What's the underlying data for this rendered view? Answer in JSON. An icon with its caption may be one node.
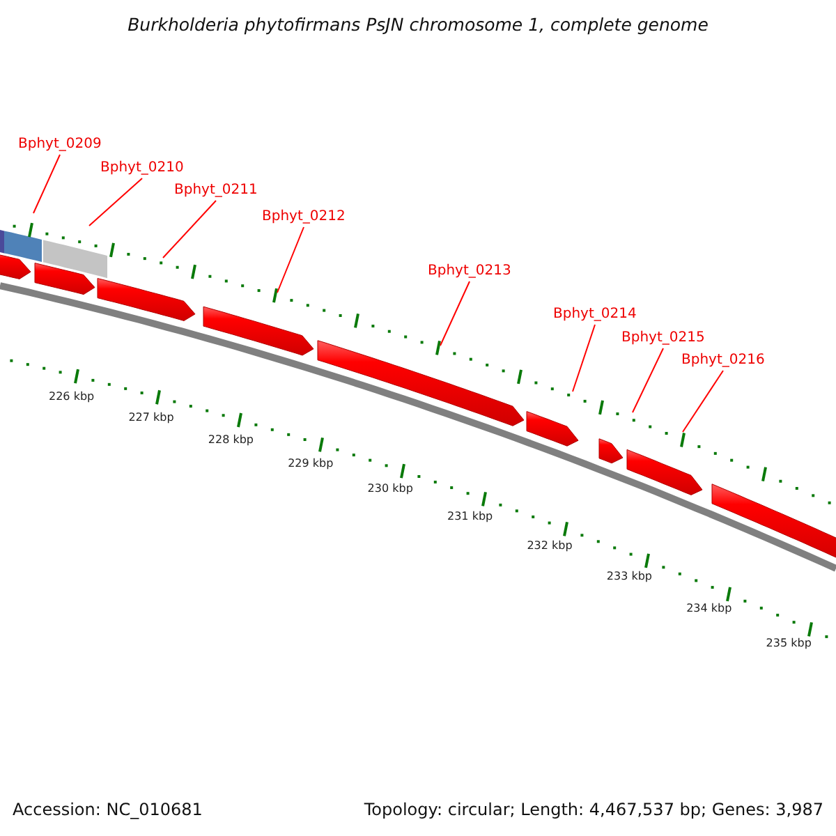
{
  "diagram": {
    "title": "Burkholderia phytofirmans PsJN chromosome 1, complete genome",
    "nodes": [
      {
        "text": [
          "Bphyt_0209"
        ]
      },
      {
        "text": [
          "Bphyt_0210"
        ]
      },
      {
        "text": [
          "Bphyt_0211"
        ]
      },
      {
        "text": [
          "Bphyt_0212"
        ]
      },
      {
        "text": [
          "Bphyt_0213"
        ]
      },
      {
        "text": [
          "Bphyt_0214"
        ]
      },
      {
        "text": [
          "Bphyt_0215"
        ]
      },
      {
        "text": [
          "Bphyt_0216"
        ]
      }
    ],
    "edges": [
      {
        "from": 0,
        "to": null,
        "arrow": "none"
      },
      {
        "from": 1,
        "to": null,
        "arrow": "none"
      },
      {
        "from": 2,
        "to": null,
        "arrow": "none"
      },
      {
        "from": 3,
        "to": null,
        "arrow": "none"
      },
      {
        "from": 4,
        "to": null,
        "arrow": "none"
      },
      {
        "from": 5,
        "to": null,
        "arrow": "none"
      },
      {
        "from": 6,
        "to": null,
        "arrow": "none"
      },
      {
        "from": 7,
        "to": null,
        "arrow": "none"
      }
    ],
    "labels": [
      "226 kbp",
      "227 kbp",
      "228 kbp",
      "229 kbp",
      "230 kbp",
      "231 kbp",
      "232 kbp",
      "233 kbp",
      "234 kbp",
      "235 kbp",
      "Accession: NC_010681",
      "Topology: circular; Length: 4,467,537 bp; Genes: 3,987"
    ]
  }
}
